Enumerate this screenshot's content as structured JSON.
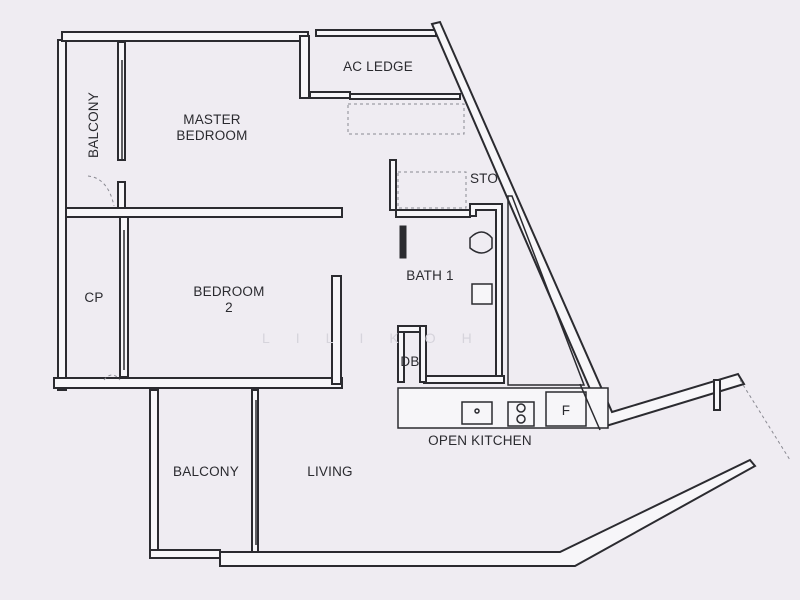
{
  "rooms": {
    "ac_ledge": "AC LEDGE",
    "master_bedroom": "MASTER\nBEDROOM",
    "balcony_top": "BALCONY",
    "sto": "STO",
    "bath_1": "BATH 1",
    "cp": "CP",
    "bedroom_2": "BEDROOM\n2",
    "db": "DB",
    "f": "F",
    "open_kitchen": "OPEN KITCHEN",
    "balcony_bottom": "BALCONY",
    "living": "LIVING"
  },
  "watermark": "LILIKOH"
}
